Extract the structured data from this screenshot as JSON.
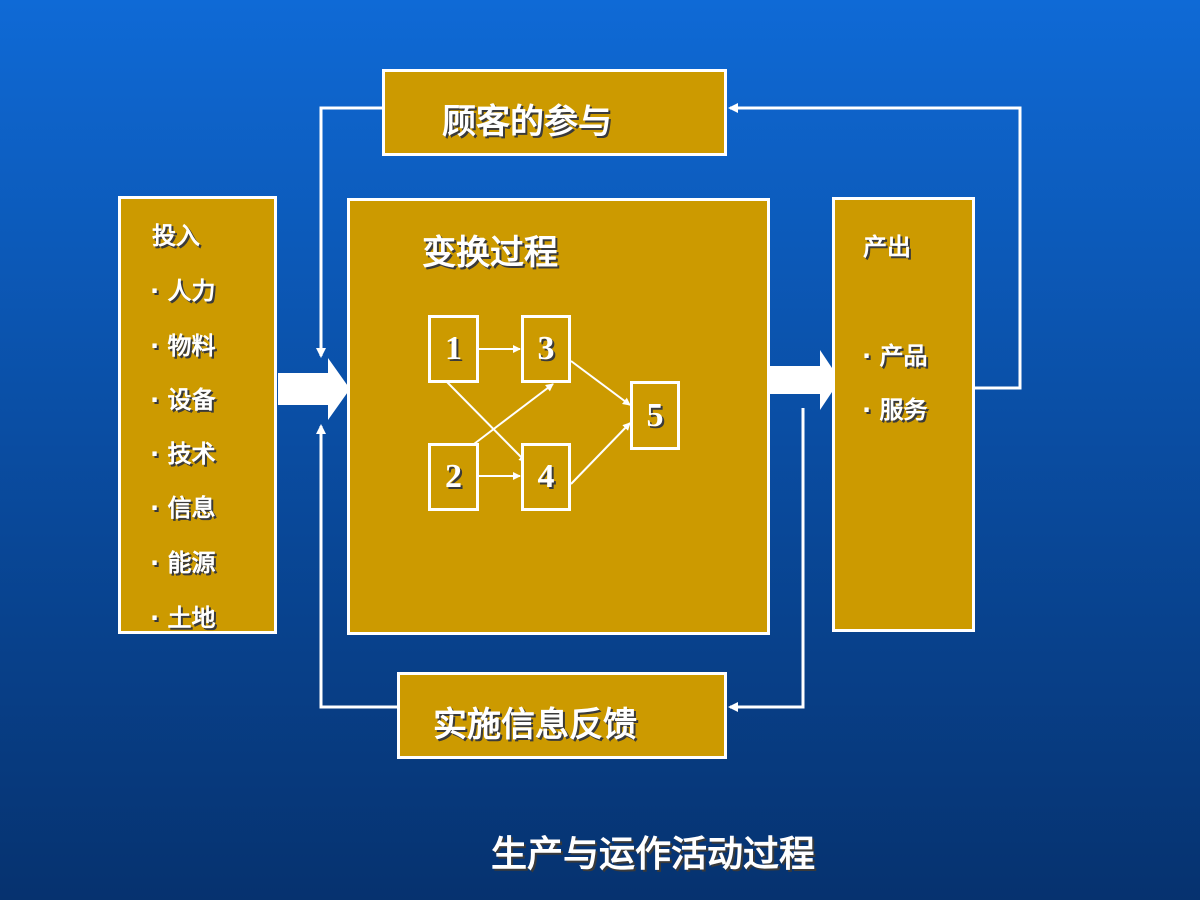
{
  "customer_box": {
    "label": "顾客的参与"
  },
  "input_box": {
    "title": "投入",
    "items": [
      "· 人力",
      "· 物料",
      "· 设备",
      "· 技术",
      "· 信息",
      "· 能源",
      "· 土地"
    ]
  },
  "process_box": {
    "title": "变换过程",
    "nodes": [
      "1",
      "3",
      "2",
      "4",
      "5"
    ]
  },
  "output_box": {
    "title": "产出",
    "items": [
      "· 产品",
      "· 服务"
    ]
  },
  "feedback_box": {
    "label": "实施信息反馈"
  },
  "caption": "生产与运作活动过程",
  "colors": {
    "box_fill": "#cc9a00",
    "border": "#ffffff",
    "background_top": "#0f6ad6",
    "background_bottom": "#06326f"
  }
}
